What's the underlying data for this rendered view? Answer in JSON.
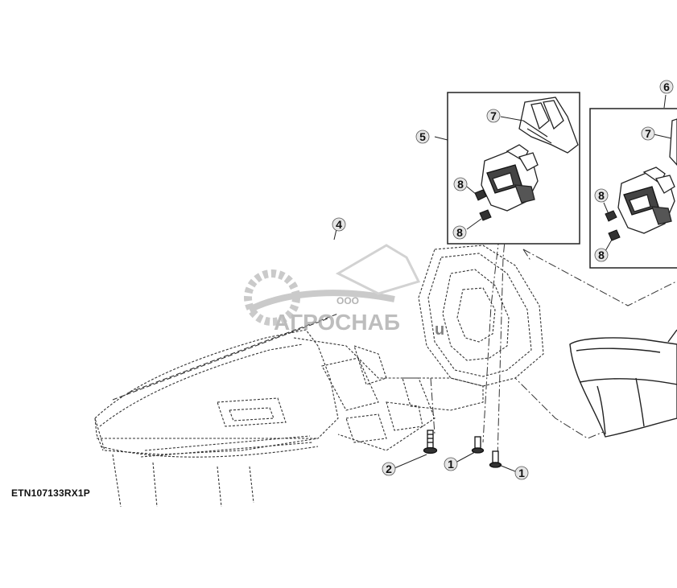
{
  "figure_id": "ETN107133RX1P",
  "callouts": {
    "c1a": "1",
    "c1b": "1",
    "c2": "2",
    "c4": "4",
    "c5": "5",
    "c6": "6",
    "c7a": "7",
    "c7b": "7",
    "c8a": "8",
    "c8b": "8",
    "c8c": "8",
    "c8d": "8"
  },
  "watermark": {
    "small": "ООО",
    "brand": "АГРОСНАБ",
    "suffix": "u"
  },
  "colors": {
    "line": "#222222",
    "watermark": "#b9b9b9"
  }
}
